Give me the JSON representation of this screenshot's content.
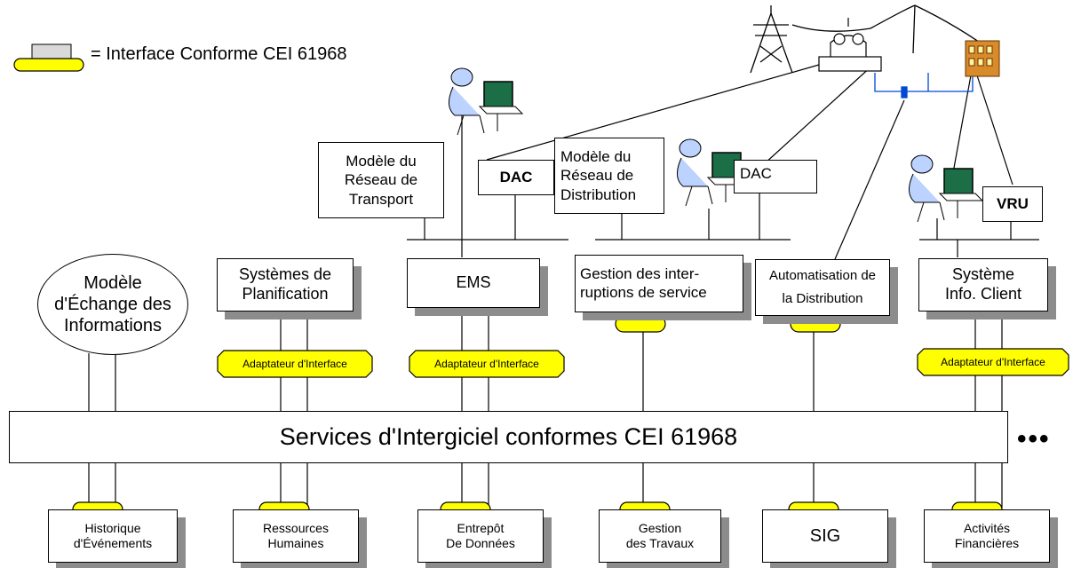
{
  "legend": {
    "text": "=  Interface Conforme CEI 61968"
  },
  "exchange_model": {
    "lines": [
      "Modèle",
      "d'Échange des",
      "Informations"
    ]
  },
  "bus": {
    "label": "Services d'Intergiciel conformes CEI 61968",
    "more": "•••"
  },
  "top_labels": {
    "transport_model": [
      "Modèle du",
      "Réseau de",
      "Transport"
    ],
    "dac_1": "DAC",
    "distribution_model": [
      "Modèle du",
      "Réseau de",
      "Distribution"
    ],
    "dac_2": "DAC",
    "vru": "VRU"
  },
  "systems": {
    "planning": [
      "Systèmes de",
      "Planification"
    ],
    "ems": "EMS",
    "outage": [
      "Gestion des inter-",
      "ruptions de service"
    ],
    "automation": [
      "Automatisation de",
      "la Distribution"
    ],
    "customer": [
      "Système",
      "Info. Client"
    ]
  },
  "adapter_label": "Adaptateur d'Interface",
  "bottom": {
    "history": [
      "Historique",
      "d'Événements"
    ],
    "hr": [
      "Ressources",
      "Humaines"
    ],
    "warehouse": [
      "Entrepôt",
      "De Données"
    ],
    "works": [
      "Gestion",
      "des Travaux"
    ],
    "gis": "SIG",
    "finance": [
      "Activités",
      "Financières"
    ]
  },
  "colors": {
    "interface_yellow": "#ffff00",
    "shadow_gray": "#8c8c8c",
    "feeder_blue": "#0047d6"
  }
}
